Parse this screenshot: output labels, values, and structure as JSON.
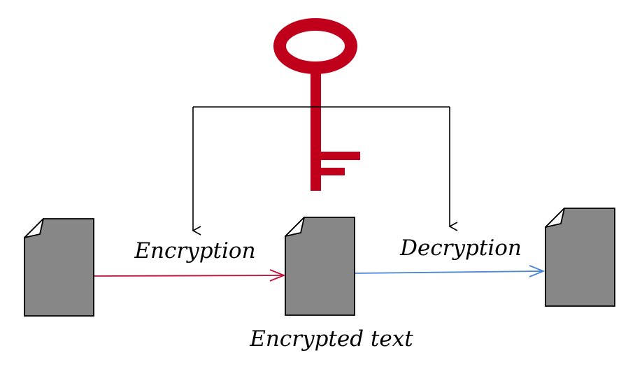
{
  "diagram": {
    "labels": {
      "encryption": "Encryption",
      "decryption": "Decryption",
      "encrypted_text": "Encrypted text"
    },
    "colors": {
      "key": "#c0001a",
      "encrypt_arrow": "#c0103a",
      "decrypt_arrow": "#4a86d4",
      "document_fill": "#878787",
      "line": "#000000"
    },
    "icons": {
      "key": "key-icon",
      "document": "document-icon"
    }
  }
}
